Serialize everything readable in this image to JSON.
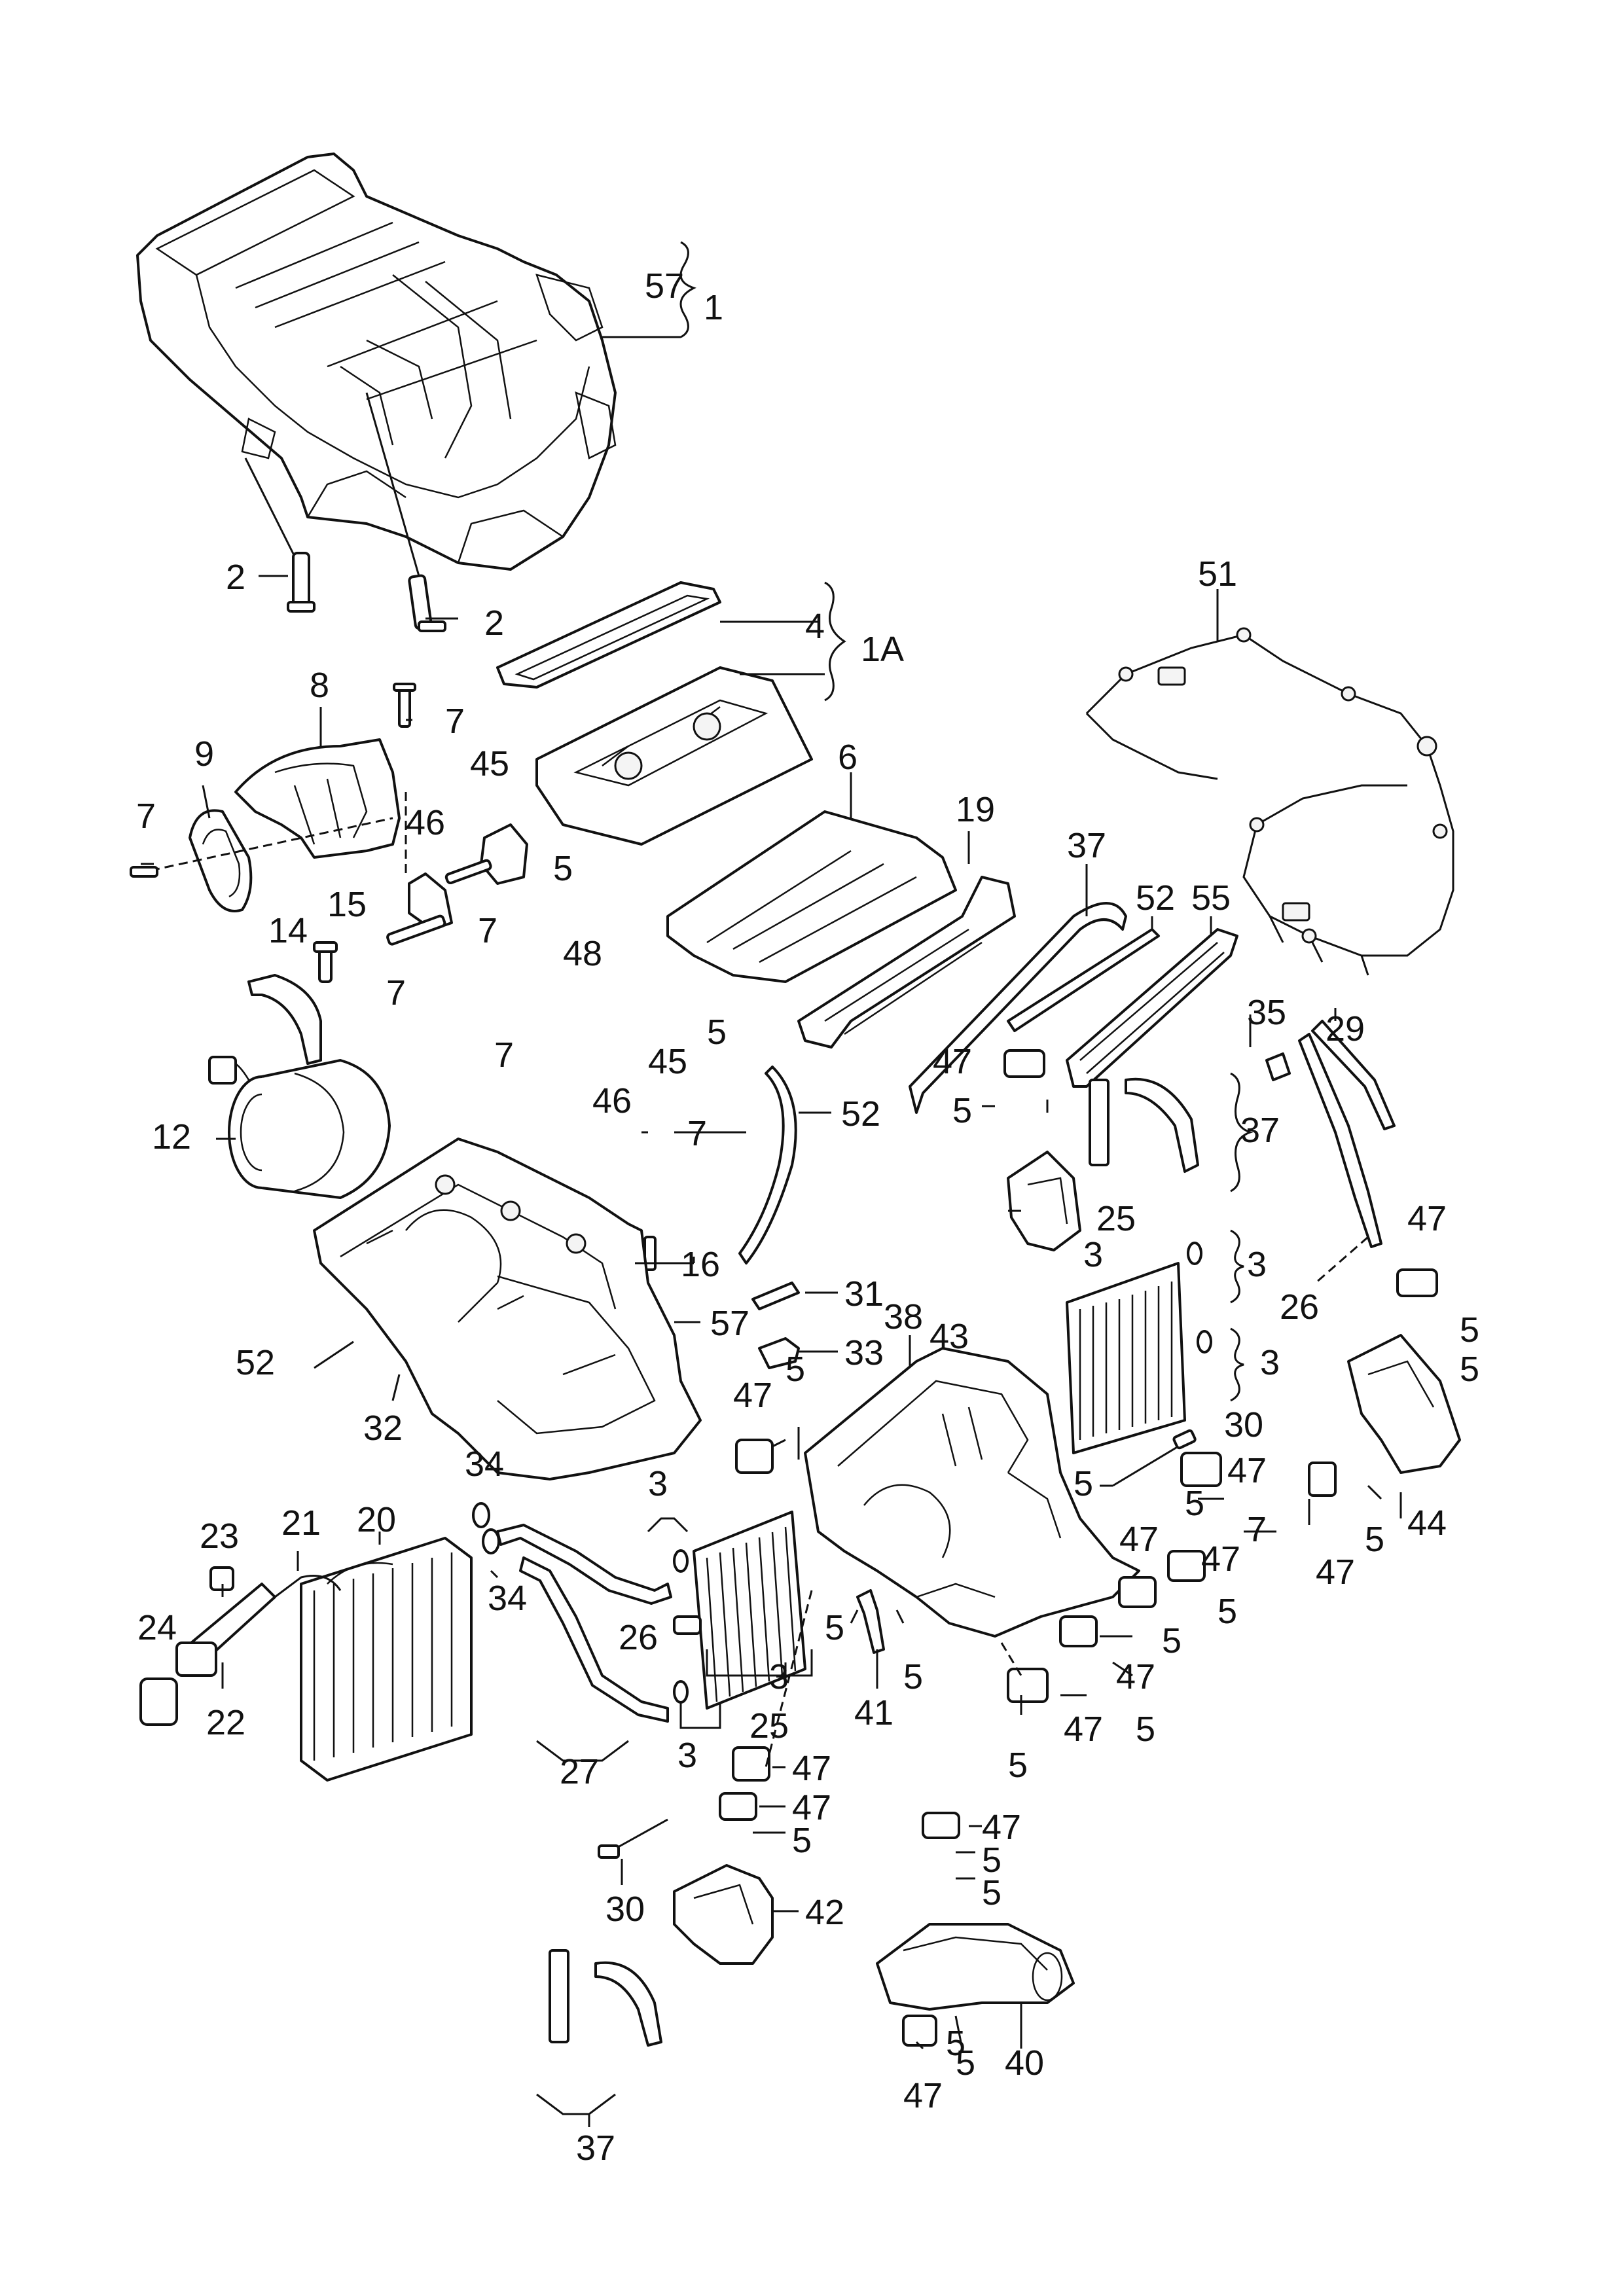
{
  "labels": {
    "l57a": "57",
    "l1": "1",
    "l2a": "2",
    "l2b": "2",
    "l4": "4",
    "l1A": "1A",
    "l8": "8",
    "l7a": "7",
    "l9": "9",
    "l7b": "7",
    "l45a": "45",
    "l46a": "46",
    "l5a": "5",
    "l6": "6",
    "l19": "19",
    "l37a": "37",
    "l52a": "52",
    "l55": "55",
    "l51": "51",
    "l15": "15",
    "l14": "14",
    "l7c": "7",
    "l7d": "7",
    "l48": "48",
    "l5b": "5",
    "l7e": "7",
    "l45b": "45",
    "l46b": "46",
    "l35": "35",
    "l29": "29",
    "l47a": "47",
    "l5c": "5",
    "l37b": "37",
    "l12": "12",
    "l7f": "7",
    "l52b": "52",
    "l16": "16",
    "l31": "31",
    "l33": "33",
    "l43": "43",
    "l25a": "25",
    "l3a": "3",
    "l3b": "3",
    "l47b": "47",
    "l26a": "26",
    "l5d": "5",
    "l5e": "5",
    "l57b": "57",
    "l52c": "52",
    "l32": "32",
    "l38": "38",
    "l47c": "47",
    "l5f": "5",
    "l3c": "3",
    "l30a": "30",
    "l47d": "47",
    "l5g": "5",
    "l5h": "5",
    "l7g": "7",
    "l44": "44",
    "l47e": "47",
    "l5i": "5",
    "l34a": "34",
    "l23": "23",
    "l21": "21",
    "l20": "20",
    "l3d": "3",
    "l34b": "34",
    "l47f": "47",
    "l47g": "47",
    "l5j": "5",
    "l5k": "5",
    "l24": "24",
    "l26b": "26",
    "l3e": "3",
    "l5l": "5",
    "l41": "41",
    "l47h": "47",
    "l5m": "5",
    "l47i": "47",
    "l22": "22",
    "l25b": "25",
    "l27": "27",
    "l3f": "3",
    "l5n": "5",
    "l5o": "5",
    "l47j": "47",
    "l47k": "47",
    "l5p": "5",
    "l47l": "47",
    "l5q": "5",
    "l30b": "30",
    "l5r": "5",
    "l42": "42",
    "l5s": "5",
    "l47m": "47",
    "l5t": "5",
    "l40": "40",
    "l37c": "37"
  },
  "colors": {
    "line": "#111111",
    "background": "#ffffff"
  }
}
